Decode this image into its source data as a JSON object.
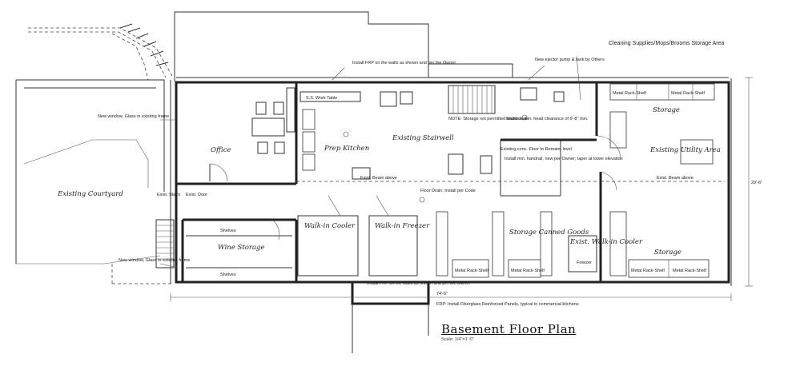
{
  "title": "Basement Floor Plan",
  "scale": "Scale: 1/4\"=1'-0\"",
  "rooms": {
    "office": "Office",
    "prep_kitchen": "Prep Kitchen",
    "storage_right": "Storage",
    "storage_lower": "Storage",
    "storage_canned": "Storage Canned Goods",
    "wine_storage": "Wine Storage",
    "walkin_cooler": "Walk-in Cooler",
    "walkin_freezer": "Walk-in Freezer",
    "exist_walkin": "Exist. Walk-in Cooler",
    "existing_courtyard": "Existing Courtyard",
    "existing_stairs": "Existing Stairwell",
    "existing_utility": "Existing Utility Area",
    "exist_stairs": "Exist. Stairs",
    "exist_door": "Exist. Door",
    "existing_stairwell_word": "Existing Stairwell"
  },
  "notes": {
    "cleaning_supplies": "Cleaning Supplies/Mops/Brooms Storage Area",
    "frp_install": "Install FRP on the walls as shown and per the Owner",
    "new_ejector": "New ejector pump & tank by Others",
    "new_window_top": "New window, Glass in existing frame",
    "new_window_bottom": "New window, Glass in existing frame",
    "ss_work_table": "S.S. Work Table",
    "beam_above_left": "Exist. Beam above",
    "beam_above_right": "Exist. Beam above",
    "floor_drain": "Floor Drain; Install per Code",
    "storage_under_stair": "NOTE: Storage not permitted under stair",
    "headroom": "Maintain min. head clearance of 6'-8\" min.",
    "existing_conc_floor": "Existing conc. Floor to Remain, level",
    "new_handrail": "Install min. handrail, new per Owner; taper at lower elevation",
    "frp_bottom": "Install FRP on the walls as shown and per the Owner",
    "frp_fiberglass": "FRP: Install Fiberglass Reinforced Panels, typical in commercial kitchens",
    "shelves_top": "Shelves",
    "shelves_bottom": "Shelves",
    "freezer_btm": "Freezer",
    "shelf_note": "Metal Rack-Shelf"
  },
  "racks": {
    "label": "Metal Rack-Shelf"
  },
  "dims": {
    "overall": "74'-6\"",
    "right_dim": "29'-6\""
  },
  "colors": {
    "ink": "#222222",
    "paper": "#ffffff"
  }
}
